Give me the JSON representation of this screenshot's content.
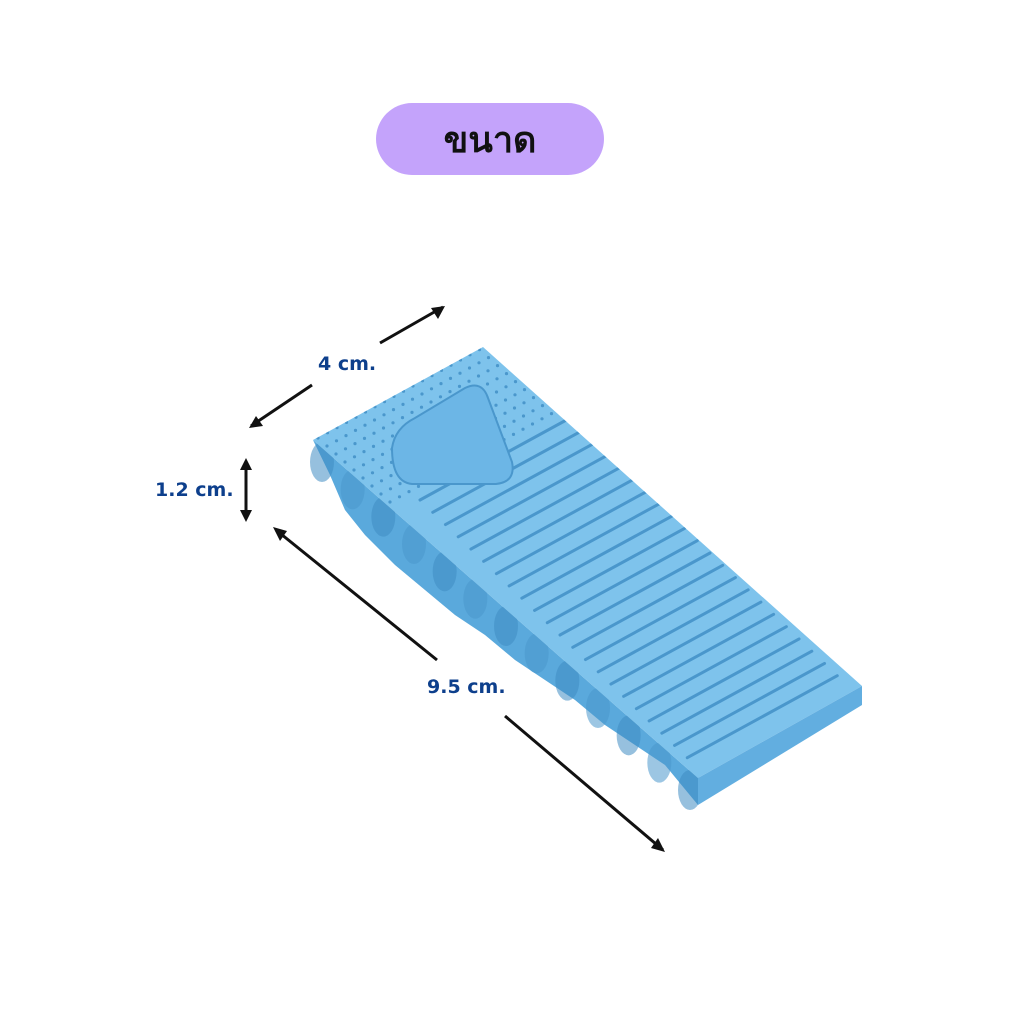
{
  "title": "ขนาด",
  "dimensions": {
    "width": "4 cm.",
    "height": "1.2 cm.",
    "length": "9.5 cm."
  },
  "colors": {
    "badge_bg": "#c4a3fb",
    "title_text": "#111111",
    "label_text": "#0d3f8c",
    "product_top": "#7ec3ec",
    "product_side": "#5aa9dc",
    "product_dark": "#4a97cc",
    "arrow": "#111111"
  },
  "image": {
    "subject": "product-photo-blue-silicone-door-stopper-wedge"
  }
}
